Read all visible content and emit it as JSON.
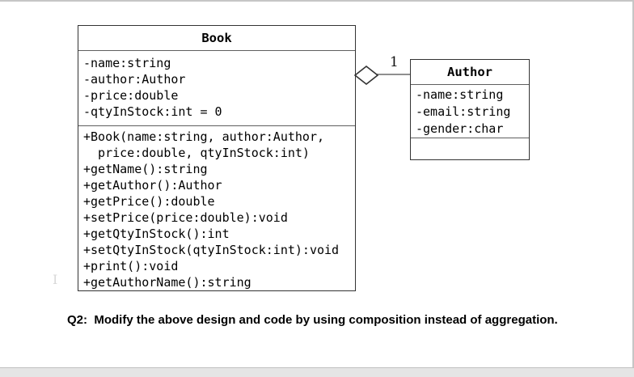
{
  "diagram": {
    "book_class": {
      "name": "Book",
      "attributes": [
        "-name:string",
        "-author:Author",
        "-price:double",
        "-qtyInStock:int = 0"
      ],
      "methods": [
        "+Book(name:string, author:Author,",
        "  price:double, qtyInStock:int)",
        "+getName():string",
        "+getAuthor():Author",
        "+getPrice():double",
        "+setPrice(price:double):void",
        "+getQtyInStock():int",
        "+setQtyInStock(qtyInStock:int):void",
        "+print():void",
        "+getAuthorName():string"
      ]
    },
    "author_class": {
      "name": "Author",
      "attributes": [
        "-name:string",
        "-email:string",
        "-gender:char"
      ]
    },
    "relationship": {
      "type": "aggregation",
      "multiplicity": "1"
    }
  },
  "artifacts": {
    "cursor_glyph": "I"
  },
  "question": {
    "text": "Q2:  Modify the above design and code by using composition instead of aggregation."
  },
  "colors": {
    "box_border": "#333333",
    "divider": "#5f5f5f",
    "connector": "#8f8f8f",
    "page_edge": "#c6c6c6",
    "bottom_strip": "#e5e5e5"
  }
}
